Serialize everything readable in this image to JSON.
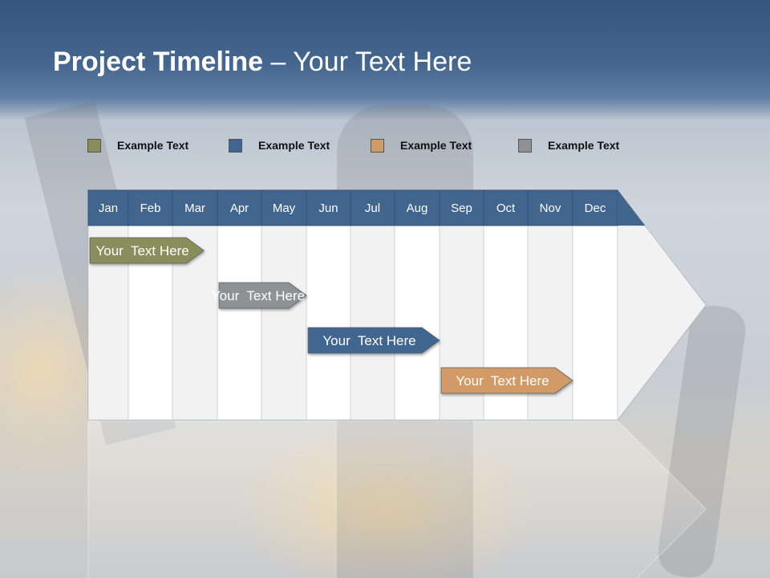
{
  "title": {
    "bold": "Project Timeline",
    "rest": " – Your Text Here"
  },
  "legend": [
    {
      "label": "Example Text",
      "color": "#8a8d5b"
    },
    {
      "label": "Example Text",
      "color": "#41658f"
    },
    {
      "label": "Example Text",
      "color": "#d19a66"
    },
    {
      "label": "Example Text",
      "color": "#8f9194"
    }
  ],
  "months": [
    "Jan",
    "Feb",
    "Mar",
    "Apr",
    "May",
    "Jun",
    "Jul",
    "Aug",
    "Sep",
    "Oct",
    "Nov",
    "Dec"
  ],
  "tasks": [
    {
      "label": "Your  Text Here",
      "color": "#8a8d5b",
      "start_month": 1.0,
      "end_month": 3.7
    },
    {
      "label": "Your  Text Here",
      "color": "#8f9194",
      "start_month": 4.0,
      "end_month": 6.0
    },
    {
      "label": "Your  Text Here",
      "color": "#41658f",
      "start_month": 6.0,
      "end_month": 9.0
    },
    {
      "label": "Your  Text Here",
      "color": "#d19a66",
      "start_month": 9.0,
      "end_month": 12.0
    }
  ],
  "colors": {
    "header": "#41658f",
    "column_light": "#f2f2f2",
    "column_white": "#ffffff"
  }
}
